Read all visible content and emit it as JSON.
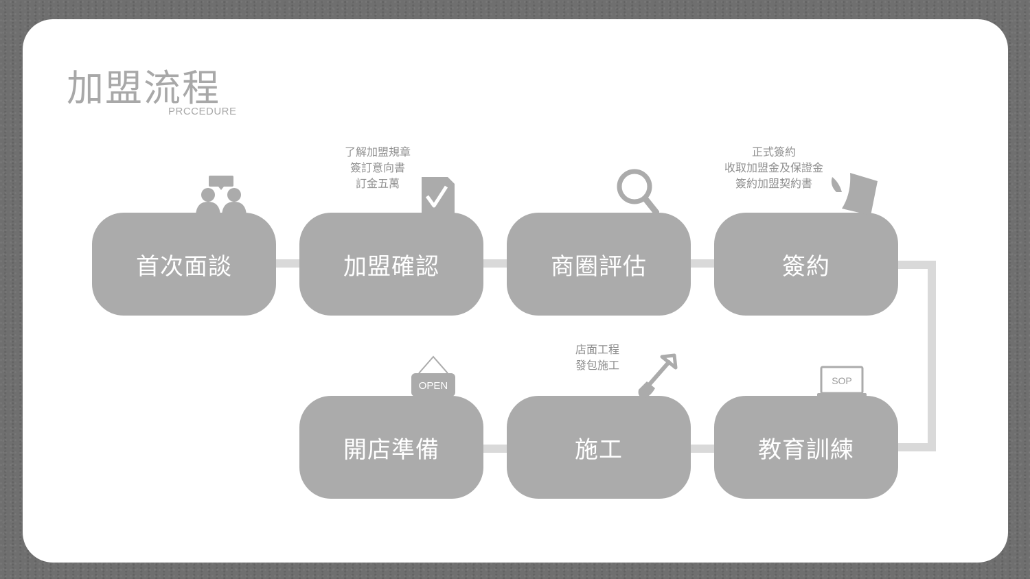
{
  "header": {
    "title": "加盟流程",
    "subtitle": "PRCCEDURE"
  },
  "steps": [
    {
      "label": "首次面談"
    },
    {
      "label": "加盟確認"
    },
    {
      "label": "商圈評估"
    },
    {
      "label": "簽約"
    },
    {
      "label": "教育訓練"
    },
    {
      "label": "施工"
    },
    {
      "label": "開店準備"
    }
  ],
  "notes": {
    "confirm": [
      "了解加盟規章",
      "簽訂意向書",
      "訂金五萬"
    ],
    "contract": [
      "正式簽約",
      "收取加盟金及保證金",
      "簽約加盟契約書"
    ],
    "construction": [
      "店面工程",
      "發包施工"
    ]
  },
  "icons": {
    "meeting": "meeting-people-icon",
    "confirm": "checked-document-icon",
    "evaluate": "magnifier-icon",
    "contract": "quill-paper-icon",
    "training": "laptop-icon",
    "construction": "shovel-icon",
    "opening": "open-sign-icon"
  },
  "icon_text": {
    "laptop_screen": "SOP",
    "open_sign": "OPEN"
  },
  "colors": {
    "step_fill": "#ababab",
    "connector": "#d9d9d9",
    "panel": "#ffffff",
    "background": "#6f6f6f"
  }
}
